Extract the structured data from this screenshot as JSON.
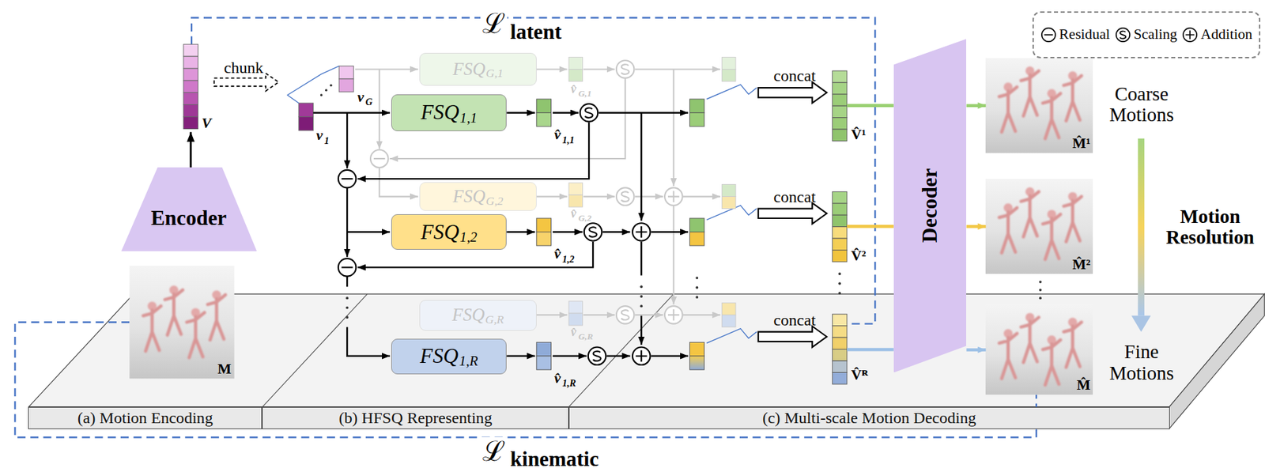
{
  "diagram": {
    "nodes": [
      {
        "text": [
          "Encoder"
        ]
      },
      {
        "text": [
          "FSQ",
          "G,1"
        ]
      },
      {
        "text": [
          "FSQ",
          "1,1"
        ]
      },
      {
        "text": [
          "FSQ",
          "G,2"
        ]
      },
      {
        "text": [
          "FSQ",
          "1,2"
        ]
      },
      {
        "text": [
          "FSQ",
          "G,R"
        ]
      },
      {
        "text": [
          "FSQ",
          "1,R"
        ]
      },
      {
        "text": [
          "Decoder"
        ]
      },
      {
        "text": [
          "M̂¹"
        ]
      },
      {
        "text": [
          "M̂²"
        ]
      },
      {
        "text": [
          "M̂"
        ]
      },
      {
        "text": [
          "M"
        ]
      },
      {
        "text": [
          "(a) Motion Encoding"
        ]
      },
      {
        "text": [
          "(b) HFSQ Representing"
        ]
      },
      {
        "text": [
          "(c) Multi-scale Motion Decoding"
        ]
      }
    ],
    "edges": [
      {
        "from": 7,
        "to": 8,
        "arrow": "to"
      },
      {
        "from": 7,
        "to": 9,
        "arrow": "to"
      },
      {
        "from": 7,
        "to": 10,
        "arrow": "to"
      }
    ],
    "labels": [
      "ℒ",
      "latent",
      "ℒ",
      "kinematic",
      "chunk",
      "V",
      "v",
      "G",
      "v",
      "1",
      "v̂",
      "G,1",
      "v̂",
      "1,1",
      "v̂",
      "G,2",
      "v̂",
      "1,2",
      "v̂",
      "G,R",
      "v̂",
      "1,R",
      "concat",
      "concat",
      "concat",
      "V̂¹",
      "V̂²",
      "V̂ᴿ",
      "Coarse Motions",
      "Motion Resolution",
      "Fine Motions"
    ],
    "legend": [
      {
        "text": "Residual"
      },
      {
        "text": "Scaling"
      },
      {
        "text": "Addition"
      }
    ]
  }
}
